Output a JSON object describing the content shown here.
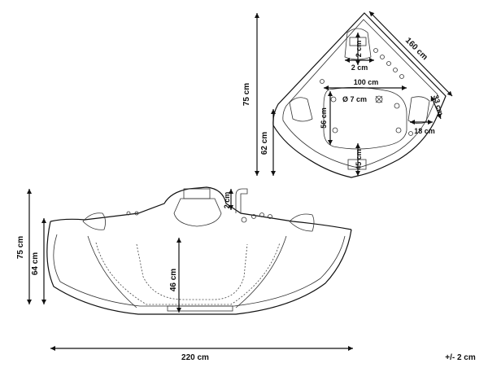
{
  "top_view": {
    "dims": {
      "height_outer": "75 cm",
      "height_inner": "62 cm",
      "diagonal": "160 cm",
      "headrest_w": "2 cm",
      "headrest_w2": "2 cm",
      "basin_width": "100 cm",
      "drain": "Ø 7 cm",
      "basin_depth": "56 cm",
      "seat_depth": "33 cm",
      "seat_w": "18 cm",
      "front_depth": "45 cm"
    }
  },
  "front_view": {
    "dims": {
      "height_total": "75 cm",
      "height_rim": "64 cm",
      "interior_depth": "46 cm",
      "faucet": "2 cm",
      "width": "220 cm",
      "tolerance": "+/- 2 cm"
    }
  }
}
